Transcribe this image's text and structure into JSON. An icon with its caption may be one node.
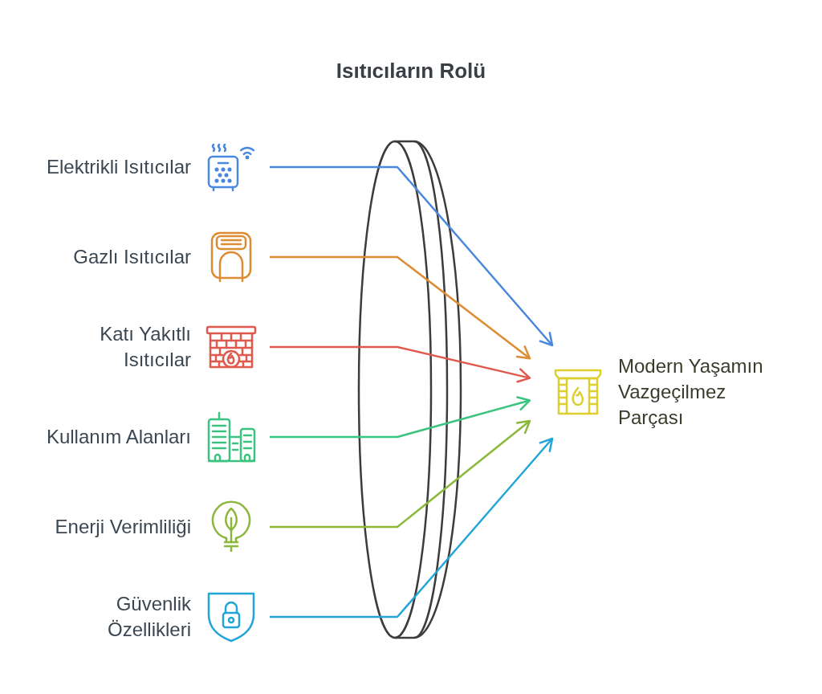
{
  "diagram": {
    "title": "Isıtıcıların Rolü",
    "nodes": [
      {
        "text": [
          "Elektrikli Isıtıcılar"
        ]
      },
      {
        "text": [
          "Gazlı Isıtıcılar"
        ]
      },
      {
        "text": [
          "Katı Yakıtlı Isıtıcılar"
        ]
      },
      {
        "text": [
          "Kullanım Alanları"
        ]
      },
      {
        "text": [
          "Enerji Verimliliği"
        ]
      },
      {
        "text": [
          "Güvenlik Özellikleri"
        ]
      },
      {
        "text": [
          "Modern Yaşamın Vazgeçilmez Parçası"
        ]
      }
    ],
    "edges": [
      {
        "from": 0,
        "to": 6,
        "arrow": "to",
        "color": "#4a88de"
      },
      {
        "from": 1,
        "to": 6,
        "arrow": "to",
        "color": "#dc8c33"
      },
      {
        "from": 2,
        "to": 6,
        "arrow": "to",
        "color": "#df5a4c"
      },
      {
        "from": 3,
        "to": 6,
        "arrow": "to",
        "color": "#3cc380"
      },
      {
        "from": 4,
        "to": 6,
        "arrow": "to",
        "color": "#8bb83c"
      },
      {
        "from": 5,
        "to": 6,
        "arrow": "to",
        "color": "#23a5d8"
      }
    ]
  }
}
